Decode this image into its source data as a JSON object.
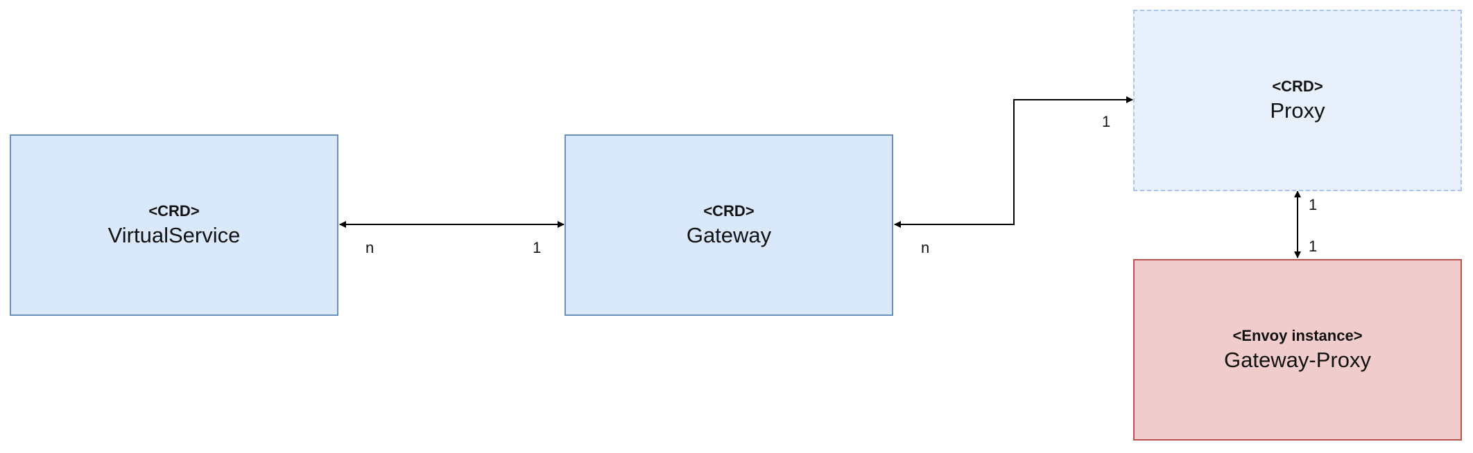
{
  "nodes": {
    "virtual_service": {
      "stereotype": "<CRD>",
      "name": "VirtualService"
    },
    "gateway": {
      "stereotype": "<CRD>",
      "name": "Gateway"
    },
    "proxy": {
      "stereotype": "<CRD>",
      "name": "Proxy"
    },
    "gateway_proxy": {
      "stereotype": "<Envoy instance>",
      "name": "Gateway-Proxy"
    }
  },
  "edges": {
    "vs_gateway": {
      "source_multiplicity": "n",
      "target_multiplicity": "1"
    },
    "gateway_proxy": {
      "source_multiplicity": "n",
      "target_multiplicity": "1"
    },
    "proxy_envoy": {
      "source_multiplicity": "1",
      "target_multiplicity": "1"
    }
  },
  "colors": {
    "crd_fill": "#dae8fc",
    "crd_border": "#6c8ebf",
    "proxy_fill": "#e8f0fc",
    "proxy_border": "#a9c4e8",
    "envoy_fill": "#f1cccc",
    "envoy_border": "#b85450",
    "edge": "#000000"
  }
}
